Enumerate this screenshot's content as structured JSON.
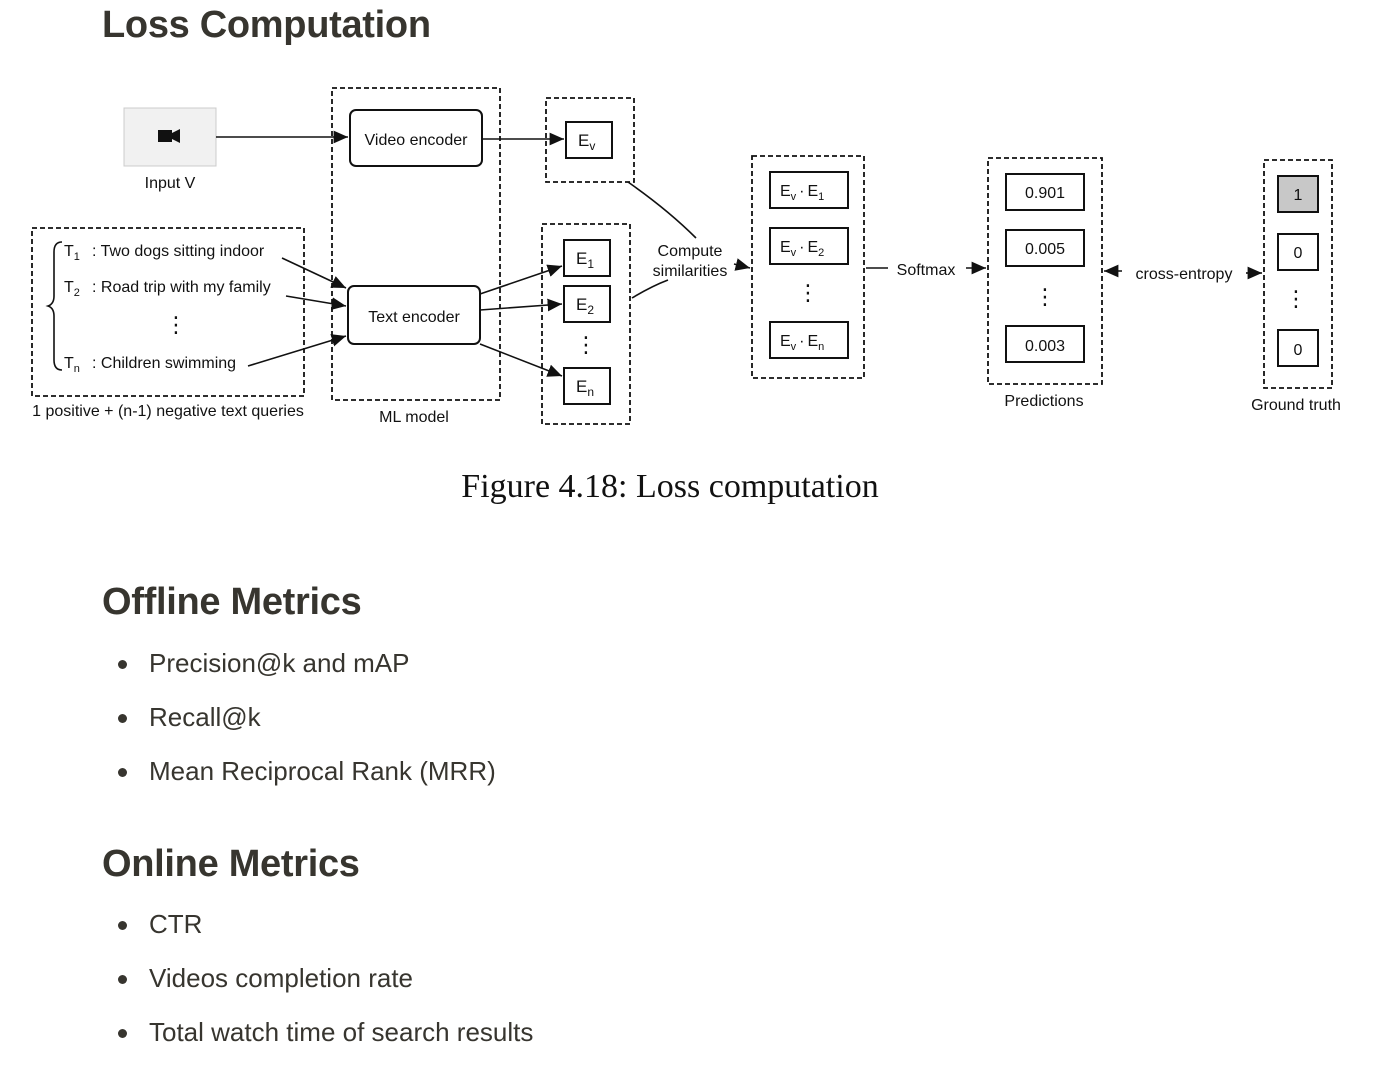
{
  "headings": {
    "loss": "Loss Computation",
    "offline": "Offline Metrics",
    "online": "Online Metrics"
  },
  "figure": {
    "input_label": "Input V",
    "video_encoder": "Video encoder",
    "text_encoder": "Text encoder",
    "ml_model": "ML model",
    "queries": [
      {
        "sym": "T",
        "sub": "1",
        "text": ": Two dogs sitting indoor"
      },
      {
        "sym": "T",
        "sub": "2",
        "text": ": Road trip with my family"
      },
      {
        "sym": "T",
        "sub": "n",
        "text": ": Children swimming"
      }
    ],
    "queries_caption": "1 positive + (n-1) negative text queries",
    "ev": {
      "sym": "E",
      "sub": "v"
    },
    "text_embeddings": [
      {
        "sym": "E",
        "sub": "1"
      },
      {
        "sym": "E",
        "sub": "2"
      },
      {
        "sym": "E",
        "sub": "n"
      }
    ],
    "compute_line1": "Compute",
    "compute_line2": "similarities",
    "similarities": [
      {
        "a": "E",
        "asub": "v",
        "dot": "·",
        "b": "E",
        "bsub": "1"
      },
      {
        "a": "E",
        "asub": "v",
        "dot": "·",
        "b": "E",
        "bsub": "2"
      },
      {
        "a": "E",
        "asub": "v",
        "dot": "·",
        "b": "E",
        "bsub": "n"
      }
    ],
    "softmax": "Softmax",
    "predictions": [
      "0.901",
      "0.005",
      "0.003"
    ],
    "predictions_label": "Predictions",
    "cross_entropy": "cross-entropy",
    "ground_truth": [
      "1",
      "0",
      "0"
    ],
    "ground_truth_label": "Ground truth",
    "vdots": "⋮",
    "caption": "Figure 4.18: Loss computation"
  },
  "offline_metrics": [
    "Precision@k and mAP",
    "Recall@k",
    "Mean Reciprocal Rank (MRR)"
  ],
  "online_metrics": [
    "CTR",
    "Videos completion rate",
    "Total watch time of search results"
  ]
}
